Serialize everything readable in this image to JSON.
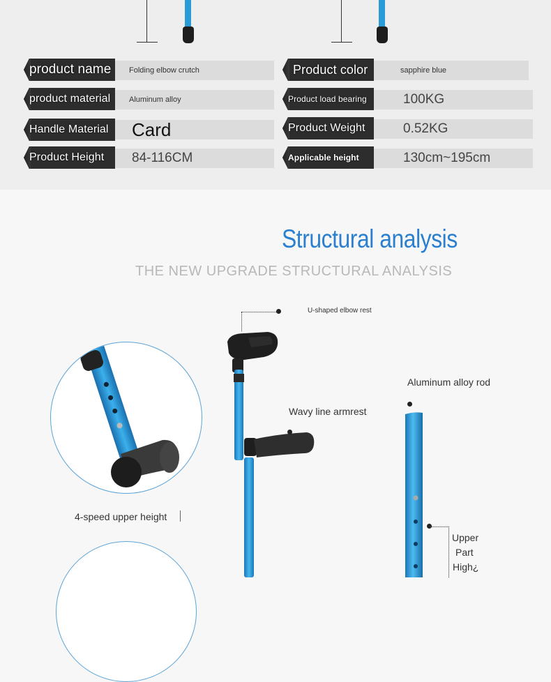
{
  "specs": {
    "left": [
      {
        "label": "product name",
        "value": "Folding elbow crutch"
      },
      {
        "label": "product material",
        "value": "Aluminum alloy"
      },
      {
        "label": "Handle Material",
        "value": "Card"
      },
      {
        "label": "Product Height",
        "value": "84-116CM"
      }
    ],
    "right": [
      {
        "label": "Product color",
        "value": "sapphire blue"
      },
      {
        "label": "Product load bearing",
        "value": "100KG"
      },
      {
        "label": "Product Weight",
        "value": "0.52KG"
      },
      {
        "label": "Applicable height",
        "value": "130cm~195cm"
      }
    ]
  },
  "section": {
    "title": "Structural analysis",
    "subtitle": "THE NEW UPGRADE STRUCTURAL ANALYSIS"
  },
  "annotations": {
    "elbow_rest": "U-shaped elbow rest",
    "armrest": "Wavy line armrest",
    "rod": "Aluminum alloy rod",
    "speed": "4-speed upper height",
    "upper_part_l1": "Upper",
    "upper_part_l2": "Part",
    "upper_part_l3": "High¿"
  },
  "colors": {
    "accent": "#2a7fcf",
    "crutch_blue": "#2a9bd6",
    "label_bg": "#2d2d2d",
    "value_bg": "#dcdcdc"
  }
}
